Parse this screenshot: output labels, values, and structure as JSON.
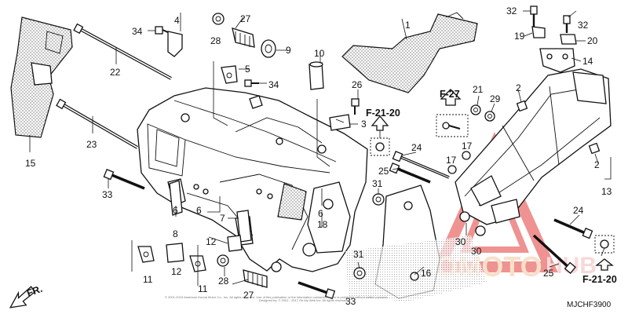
{
  "diagram": {
    "code": "MJCHF3900",
    "direction_label": "FR.",
    "copyright_line_1": "© 2001-2019 American Honda Motor Co., Inc. All rights reserved. Use of this publication or the information contained herein is prohibited without written consent.",
    "copyright_line_2": "Designed by: © 2001 - 2017 Oh My Web Inc. All rights reserved.",
    "watermark": {
      "text_a": "AUTOMOTO",
      "text_b": "HUB",
      "color_a": "#f2c8a0",
      "color_b": "#f3b9b9"
    },
    "references": [
      "F-27",
      "F-21-20",
      "F-21-20"
    ],
    "parts": [
      "1",
      "2",
      "2",
      "3",
      "4",
      "5",
      "6",
      "6",
      "6",
      "7",
      "8",
      "9",
      "10",
      "11",
      "11",
      "12",
      "12",
      "13",
      "14",
      "15",
      "16",
      "17",
      "17",
      "18",
      "19",
      "20",
      "21",
      "22",
      "23",
      "24",
      "24",
      "25",
      "25",
      "26",
      "27",
      "27",
      "28",
      "28",
      "29",
      "30",
      "30",
      "31",
      "31",
      "32",
      "32",
      "33",
      "33",
      "34",
      "34"
    ]
  }
}
